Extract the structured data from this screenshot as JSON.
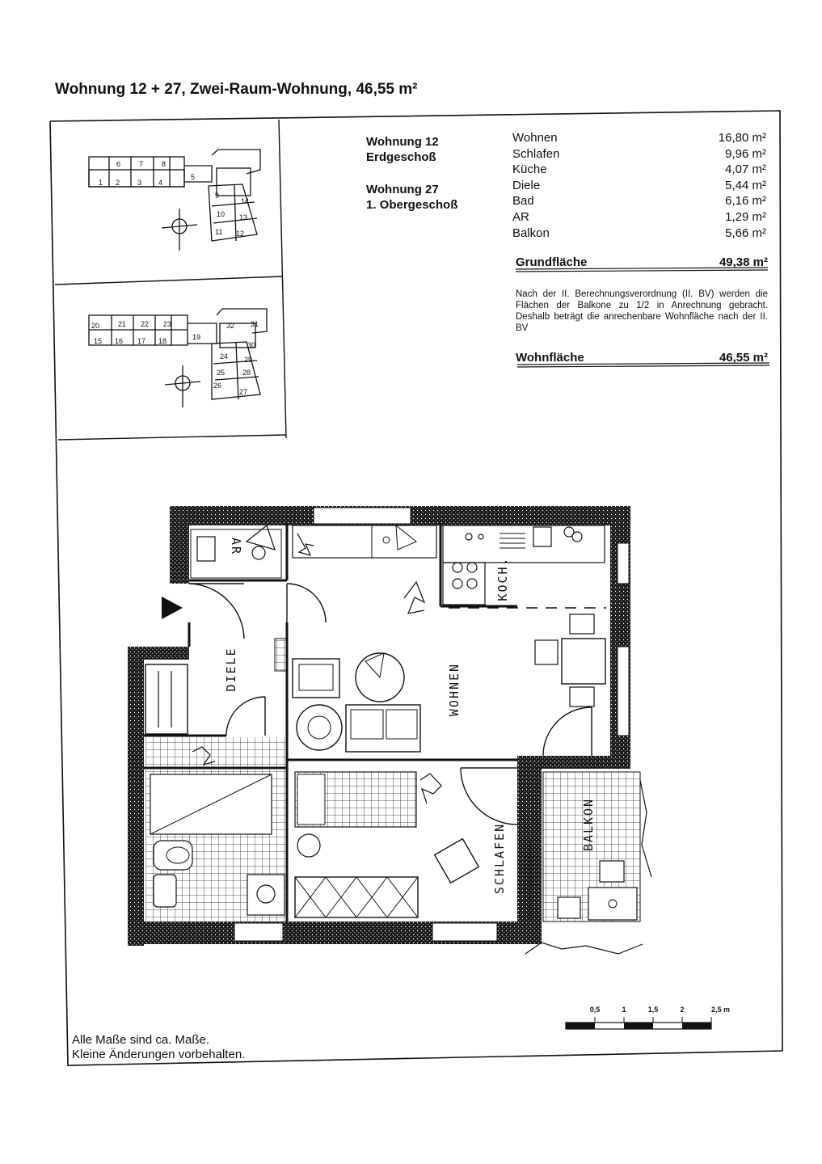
{
  "title": "Wohnung 12 + 27, Zwei-Raum-Wohnung, 46,55 m²",
  "locations": [
    {
      "unit": "Wohnung 12",
      "floor": "Erdgeschoß"
    },
    {
      "unit": "Wohnung 27",
      "floor": "1. Obergeschoß"
    }
  ],
  "areas": [
    {
      "room": "Wohnen",
      "value": "16,80 m²"
    },
    {
      "room": "Schlafen",
      "value": "9,96 m²"
    },
    {
      "room": "Küche",
      "value": "4,07 m²"
    },
    {
      "room": "Diele",
      "value": "5,44 m²"
    },
    {
      "room": "Bad",
      "value": "6,16 m²"
    },
    {
      "room": "AR",
      "value": "1,29 m²"
    },
    {
      "room": "Balkon",
      "value": "5,66 m²"
    }
  ],
  "grundflaeche": {
    "label": "Grundfläche",
    "value": "49,38 m²"
  },
  "note": "Nach der II. Berechnungsverordnung (II. BV) werden die Flächen der Balkone zu 1/2 in Anrechnung gebracht. Deshalb beträgt die anrechenbare Wohnfläche nach der II. BV",
  "wohnflaeche": {
    "label": "Wohnfläche",
    "value": "46,55 m²"
  },
  "site_plan_ground": {
    "units": [
      "1",
      "2",
      "3",
      "4",
      "5",
      "6",
      "7",
      "8",
      "9",
      "10",
      "11",
      "12",
      "13",
      "14"
    ]
  },
  "site_plan_upper": {
    "units": [
      "15",
      "16",
      "17",
      "18",
      "19",
      "20",
      "21",
      "22",
      "23",
      "24",
      "25",
      "26",
      "27",
      "28",
      "29",
      "30",
      "31",
      "32"
    ]
  },
  "rooms": {
    "ar": "AR",
    "diele": "DIELE",
    "wohnen": "WOHNEN",
    "koch": "KOCH.",
    "schlafen": "SCHLAFEN",
    "balkon": "BALKON"
  },
  "scale_labels": [
    "0,5",
    "1",
    "1,5",
    "2",
    "2,5 m"
  ],
  "footnote": [
    "Alle Maße sind ca. Maße.",
    "Kleine Änderungen vorbehalten."
  ],
  "colors": {
    "ink": "#111111",
    "paper": "#ffffff"
  }
}
